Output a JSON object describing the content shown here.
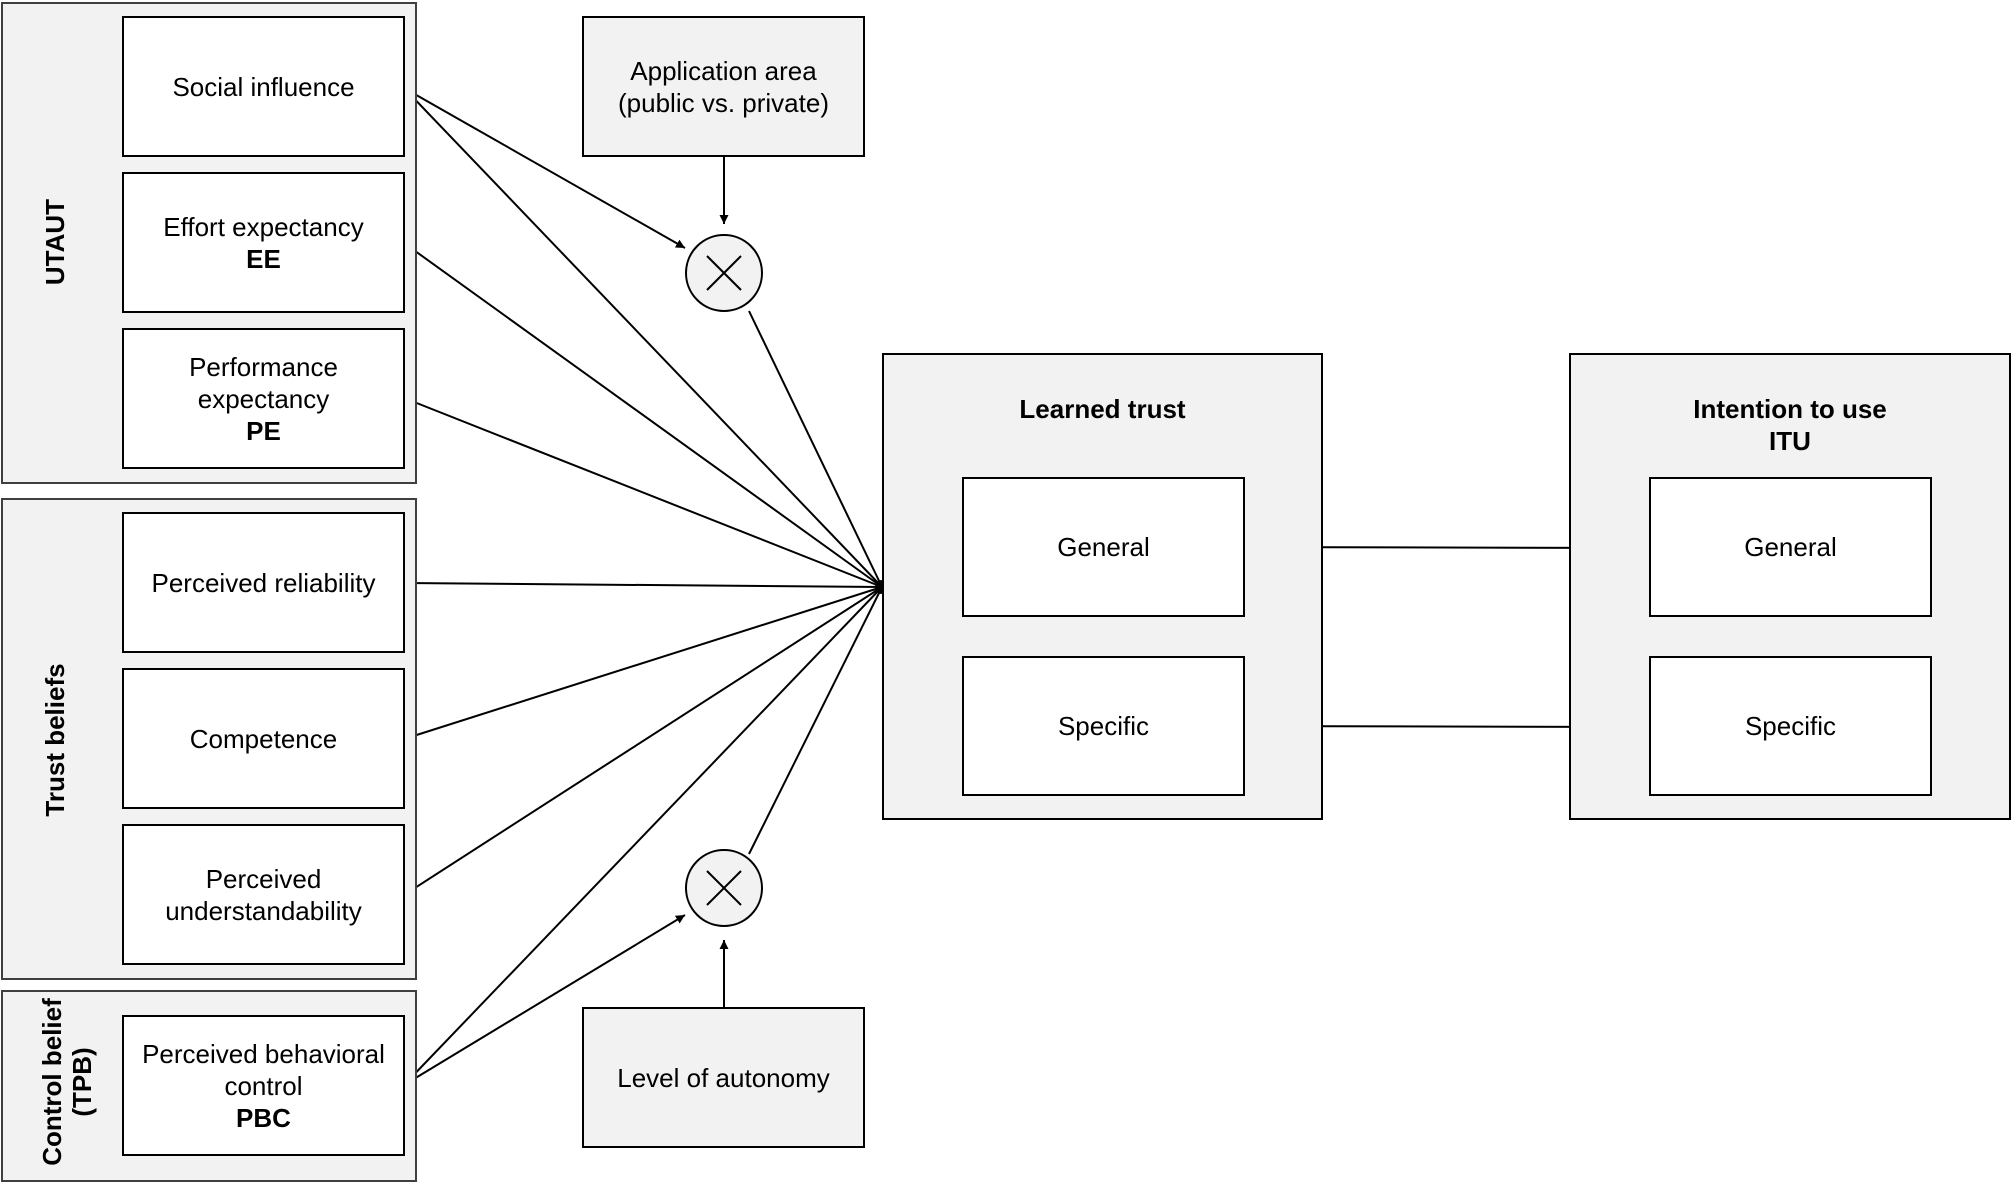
{
  "groups": {
    "utaut": {
      "label": "UTAUT"
    },
    "trust_beliefs": {
      "label": "Trust beliefs"
    },
    "control_belief": {
      "label_line1": "Control belief",
      "label_line2": "(TPB)"
    }
  },
  "factors": {
    "social_influence": {
      "line1": "Social influence"
    },
    "effort_expectancy": {
      "line1": "Effort expectancy",
      "abbr": "EE"
    },
    "performance_expectancy": {
      "line1": "Performance",
      "line2": "expectancy",
      "abbr": "PE"
    },
    "perceived_reliability": {
      "line1": "Perceived reliability"
    },
    "competence": {
      "line1": "Competence"
    },
    "perceived_understandability": {
      "line1": "Perceived",
      "line2": "understandability"
    },
    "perceived_behavioral_control": {
      "line1": "Perceived behavioral",
      "line2": "control",
      "abbr": "PBC"
    }
  },
  "moderators": {
    "application_area": {
      "line1": "Application area",
      "line2": "(public vs. private)"
    },
    "level_of_autonomy": {
      "line1": "Level of autonomy"
    }
  },
  "learned_trust": {
    "title": "Learned trust",
    "general": "General",
    "specific": "Specific"
  },
  "intention_to_use": {
    "title_line1": "Intention to use",
    "title_line2": "ITU",
    "general": "General",
    "specific": "Specific"
  },
  "colors": {
    "group_fill": "#f2f2f2",
    "box_fill": "#ffffff",
    "stroke": "#000000"
  },
  "icons": {
    "moderator_node": "multiply-circle-icon",
    "arrow_head": "arrow-head-icon"
  }
}
